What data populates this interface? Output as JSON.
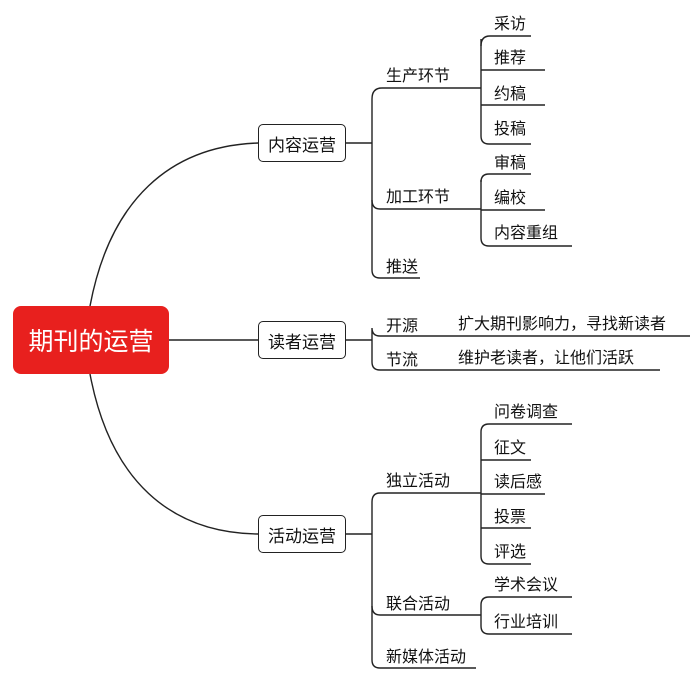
{
  "root": {
    "label": "期刊的运营"
  },
  "branches": [
    {
      "label": "内容运营",
      "children": [
        {
          "label": "生产环节",
          "children": [
            "采访",
            "推荐",
            "约稿",
            "投稿"
          ]
        },
        {
          "label": "加工环节",
          "children": [
            "审稿",
            "编校",
            "内容重组"
          ]
        },
        {
          "label": "推送",
          "children": []
        }
      ]
    },
    {
      "label": "读者运营",
      "children": [
        {
          "label": "开源",
          "children": [
            "扩大期刊影响力，寻找新读者"
          ]
        },
        {
          "label": "节流",
          "children": [
            "维护老读者，让他们活跃"
          ]
        }
      ]
    },
    {
      "label": "活动运营",
      "children": [
        {
          "label": "独立活动",
          "children": [
            "问卷调查",
            "征文",
            "读后感",
            "投票",
            "评选"
          ]
        },
        {
          "label": "联合活动",
          "children": [
            "学术会议",
            "行业培训"
          ]
        },
        {
          "label": "新媒体活动",
          "children": []
        }
      ]
    }
  ],
  "colors": {
    "root_fill": "#e8201e",
    "line": "#222222"
  }
}
